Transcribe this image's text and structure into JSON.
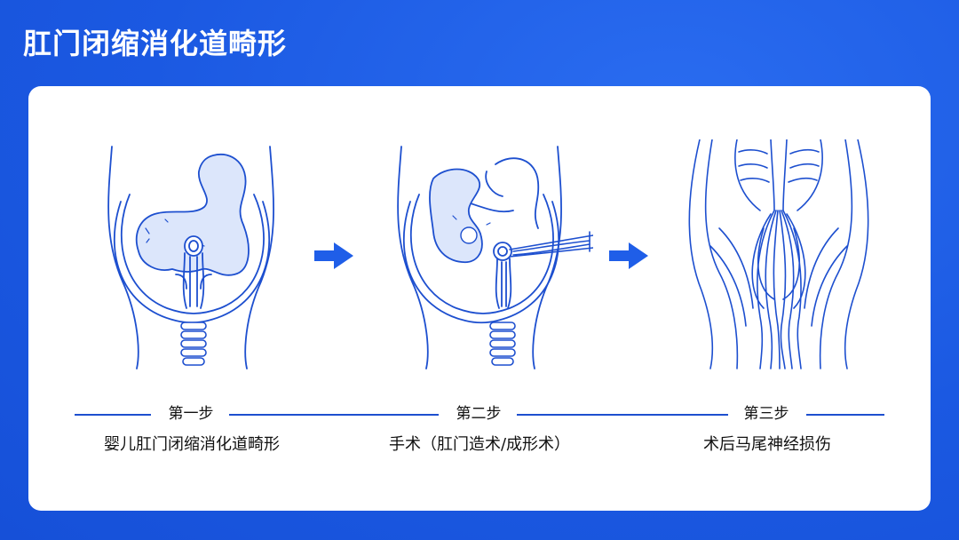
{
  "title": "肛门闭缩消化道畸形",
  "colors": {
    "background": "#1d5ee6",
    "card": "#ffffff",
    "line": "#1d4fcf",
    "fill": "#dce6fb",
    "arrow": "#1f5ee8"
  },
  "steps": [
    {
      "label": "第一步",
      "description": "婴儿肛门闭缩消化道畸形"
    },
    {
      "label": "第二步",
      "description": "手术（肛门造术/成形术）"
    },
    {
      "label": "第三步",
      "description": "术后马尾神经损伤"
    }
  ]
}
